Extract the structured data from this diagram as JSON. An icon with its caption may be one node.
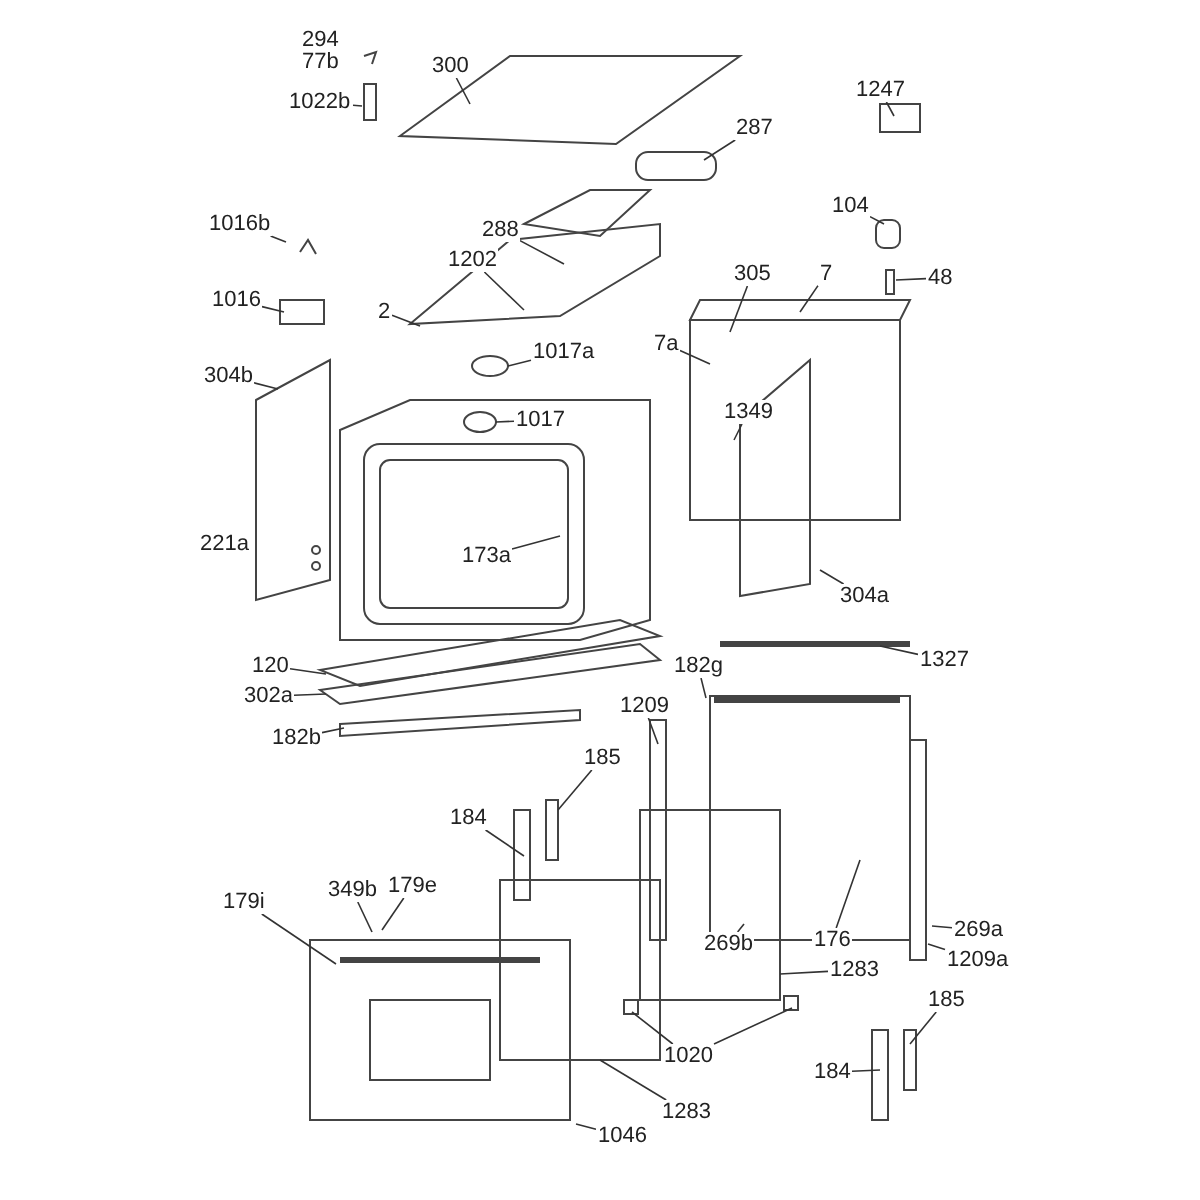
{
  "diagram": {
    "nodes": [
      {
        "text": [
          "300"
        ]
      },
      {
        "text": [
          "1022b"
        ]
      },
      {
        "text": [
          "1247"
        ]
      },
      {
        "text": [
          "287"
        ]
      },
      {
        "text": [
          "1016b"
        ]
      },
      {
        "text": [
          "288"
        ]
      },
      {
        "text": [
          "104"
        ]
      },
      {
        "text": [
          "1202"
        ]
      },
      {
        "text": [
          "305"
        ]
      },
      {
        "text": [
          "7"
        ]
      },
      {
        "text": [
          "48"
        ]
      },
      {
        "text": [
          "1016"
        ]
      },
      {
        "text": [
          "2"
        ]
      },
      {
        "text": [
          "1017a"
        ]
      },
      {
        "text": [
          "7a"
        ]
      },
      {
        "text": [
          "304b"
        ]
      },
      {
        "text": [
          "1017"
        ]
      },
      {
        "text": [
          "1349"
        ]
      },
      {
        "text": [
          "173a"
        ]
      },
      {
        "text": [
          "304a"
        ]
      },
      {
        "text": [
          "120"
        ]
      },
      {
        "text": [
          "302a"
        ]
      },
      {
        "text": [
          "182b"
        ]
      },
      {
        "text": [
          "182g"
        ]
      },
      {
        "text": [
          "1327"
        ]
      },
      {
        "text": [
          "1209"
        ]
      },
      {
        "text": [
          "185"
        ]
      },
      {
        "text": [
          "184"
        ]
      },
      {
        "text": [
          "179i"
        ]
      },
      {
        "text": [
          "349b"
        ]
      },
      {
        "text": [
          "179e"
        ]
      },
      {
        "text": [
          "269b"
        ]
      },
      {
        "text": [
          "176"
        ]
      },
      {
        "text": [
          "269a"
        ]
      },
      {
        "text": [
          "1209a"
        ]
      },
      {
        "text": [
          "1283"
        ]
      },
      {
        "text": [
          "1020"
        ]
      },
      {
        "text": [
          "185"
        ]
      },
      {
        "text": [
          "184"
        ]
      },
      {
        "text": [
          "1283"
        ]
      },
      {
        "text": [
          "1046"
        ]
      }
    ],
    "edges": [
      {
        "from": 0,
        "to": null,
        "arrow": "none"
      },
      {
        "from": 1,
        "to": null,
        "arrow": "none"
      },
      {
        "from": 2,
        "to": null,
        "arrow": "none"
      },
      {
        "from": 3,
        "to": null,
        "arrow": "none"
      },
      {
        "from": 4,
        "to": null,
        "arrow": "none"
      },
      {
        "from": 5,
        "to": null,
        "arrow": "none"
      },
      {
        "from": 6,
        "to": null,
        "arrow": "none"
      },
      {
        "from": 7,
        "to": null,
        "arrow": "none"
      },
      {
        "from": 8,
        "to": null,
        "arrow": "none"
      },
      {
        "from": 9,
        "to": null,
        "arrow": "none"
      },
      {
        "from": 10,
        "to": null,
        "arrow": "none"
      },
      {
        "from": 11,
        "to": null,
        "arrow": "none"
      },
      {
        "from": 12,
        "to": null,
        "arrow": "none"
      },
      {
        "from": 13,
        "to": null,
        "arrow": "none"
      },
      {
        "from": 14,
        "to": null,
        "arrow": "none"
      },
      {
        "from": 15,
        "to": null,
        "arrow": "none"
      },
      {
        "from": 16,
        "to": null,
        "arrow": "none"
      },
      {
        "from": 17,
        "to": null,
        "arrow": "none"
      },
      {
        "from": 18,
        "to": null,
        "arrow": "none"
      },
      {
        "from": 19,
        "to": null,
        "arrow": "none"
      },
      {
        "from": 20,
        "to": null,
        "arrow": "none"
      },
      {
        "from": 21,
        "to": null,
        "arrow": "none"
      },
      {
        "from": 22,
        "to": null,
        "arrow": "none"
      },
      {
        "from": 23,
        "to": null,
        "arrow": "none"
      },
      {
        "from": 24,
        "to": null,
        "arrow": "none"
      },
      {
        "from": 25,
        "to": null,
        "arrow": "none"
      },
      {
        "from": 26,
        "to": null,
        "arrow": "none"
      },
      {
        "from": 27,
        "to": null,
        "arrow": "none"
      },
      {
        "from": 28,
        "to": null,
        "arrow": "none"
      },
      {
        "from": 29,
        "to": null,
        "arrow": "none"
      },
      {
        "from": 30,
        "to": null,
        "arrow": "none"
      },
      {
        "from": 31,
        "to": null,
        "arrow": "none"
      },
      {
        "from": 32,
        "to": null,
        "arrow": "none"
      },
      {
        "from": 33,
        "to": null,
        "arrow": "none"
      },
      {
        "from": 34,
        "to": null,
        "arrow": "none"
      },
      {
        "from": 35,
        "to": null,
        "arrow": "none"
      },
      {
        "from": 36,
        "to": null,
        "arrow": "none"
      },
      {
        "from": 36,
        "to": null,
        "arrow": "none"
      },
      {
        "from": 37,
        "to": null,
        "arrow": "none"
      },
      {
        "from": 38,
        "to": null,
        "arrow": "none"
      },
      {
        "from": 39,
        "to": null,
        "arrow": "none"
      },
      {
        "from": 40,
        "to": null,
        "arrow": "none"
      }
    ],
    "labels": [
      "294",
      "77b",
      "221a"
    ]
  }
}
